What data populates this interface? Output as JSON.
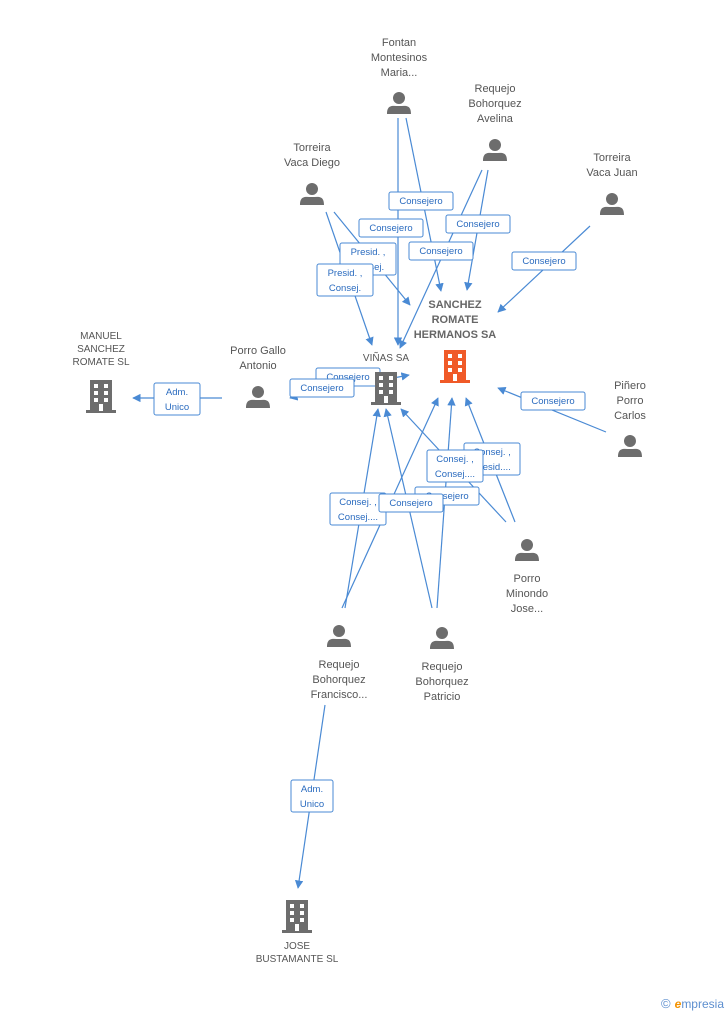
{
  "nodes": {
    "fontan": {
      "kind": "person",
      "label": [
        "Fontan",
        "Montesinos",
        "Maria..."
      ]
    },
    "requejo_avelina": {
      "kind": "person",
      "label": [
        "Requejo",
        "Bohorquez",
        "Avelina"
      ]
    },
    "torreira_diego": {
      "kind": "person",
      "label": [
        "Torreira",
        "Vaca Diego"
      ]
    },
    "torreira_juan": {
      "kind": "person",
      "label": [
        "Torreira",
        "Vaca Juan"
      ]
    },
    "sanchez_romate": {
      "kind": "company-main",
      "label": [
        "SANCHEZ",
        "ROMATE",
        "HERMANOS SA"
      ]
    },
    "vinas": {
      "kind": "company",
      "label": [
        "VIÑAS SA"
      ]
    },
    "manuel_sanchez": {
      "kind": "company",
      "label": [
        "MANUEL",
        "SANCHEZ",
        "ROMATE SL"
      ]
    },
    "porro_gallo": {
      "kind": "person",
      "label": [
        "Porro Gallo",
        "Antonio"
      ]
    },
    "pinero": {
      "kind": "person",
      "label": [
        "Piñero",
        "Porro",
        "Carlos"
      ]
    },
    "porro_minondo": {
      "kind": "person",
      "label": [
        "Porro",
        "Minondo",
        "Jose..."
      ]
    },
    "requejo_francisco": {
      "kind": "person",
      "label": [
        "Requejo",
        "Bohorquez",
        "Francisco..."
      ]
    },
    "requejo_patricio": {
      "kind": "person",
      "label": [
        "Requejo",
        "Bohorquez",
        "Patricio"
      ]
    },
    "jose_bustamante": {
      "kind": "company",
      "label": [
        "JOSE",
        "BUSTAMANTE SL"
      ]
    }
  },
  "edge_labels": [
    [
      "Consejero"
    ],
    [
      "Consejero"
    ],
    [
      "Consejero"
    ],
    [
      "Consejero"
    ],
    [
      "Presid. ,",
      "Consej."
    ],
    [
      "Presid. ,",
      "Consej."
    ],
    [
      "Consejero"
    ],
    [
      "Consejero"
    ],
    [
      "Consejero"
    ],
    [
      "Adm.",
      "Unico"
    ],
    [
      "Consejero"
    ],
    [
      "Consej. ,",
      "Presid...."
    ],
    [
      "Consej. ,",
      "Consej...."
    ],
    [
      "Consejero"
    ],
    [
      "Consej. ,",
      "Consej...."
    ],
    [
      "Consejero"
    ],
    [
      "Adm.",
      "Unico"
    ]
  ],
  "brand": {
    "copyright": "©",
    "name_initial": "e",
    "name_rest": "mpresia"
  },
  "colors": {
    "edge": "#4a8ad4",
    "node_icon": "#6d6d6d",
    "main_company": "#f05a28"
  }
}
